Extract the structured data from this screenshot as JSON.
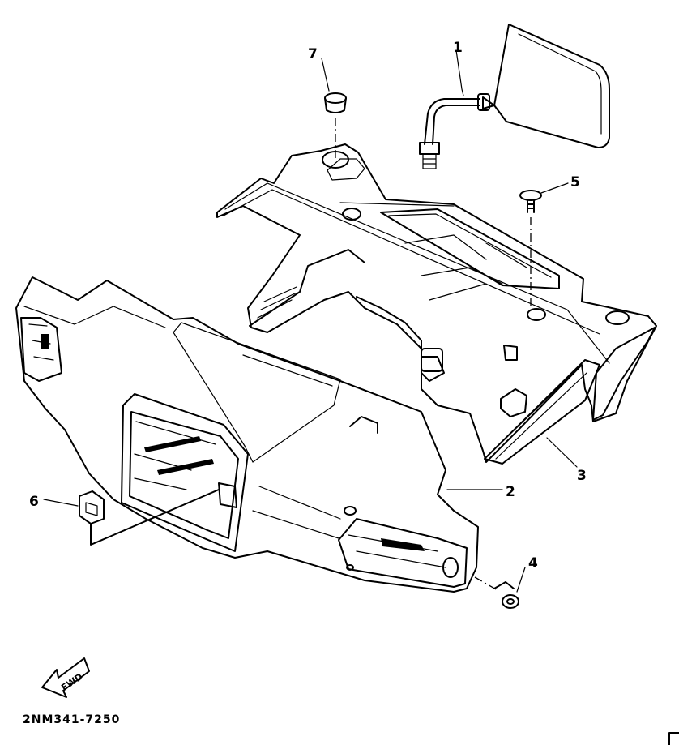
{
  "callouts": [
    {
      "id": "1",
      "label": "1"
    },
    {
      "id": "2",
      "label": "2"
    },
    {
      "id": "3",
      "label": "3"
    },
    {
      "id": "4",
      "label": "4"
    },
    {
      "id": "5",
      "label": "5"
    },
    {
      "id": "6",
      "label": "6"
    },
    {
      "id": "7",
      "label": "7"
    }
  ],
  "fwd_label": "FWD",
  "drawing_code": "2NM341-7250"
}
